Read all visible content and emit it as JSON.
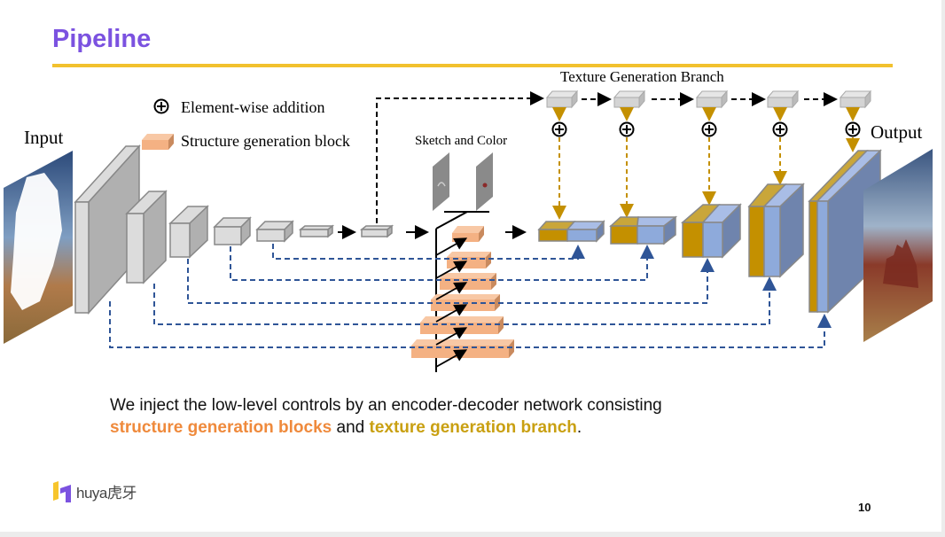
{
  "slide": {
    "title": "Pipeline",
    "page_number": "10",
    "brand": "huya虎牙"
  },
  "diagram": {
    "labels": {
      "input": "Input",
      "output": "Output",
      "texture_branch": "Texture Generation Branch",
      "sketch_color": "Sketch and Color"
    },
    "legend": [
      {
        "icon": "circled-plus-icon",
        "label": "Element-wise addition"
      },
      {
        "icon": "structure-block-icon",
        "label": "Structure generation block"
      }
    ],
    "colors": {
      "encoder_gray": "#b5b5b5",
      "structure_orange": "#f4b183",
      "texture_gold": "#c49000",
      "decoder_blue": "#8eaadb",
      "skip_blue": "#2f5597",
      "title_purple": "#7b52e0",
      "rule_yellow": "#f2c12e"
    }
  },
  "caption": {
    "line1": "We inject the low-level controls by an encoder-decoder network consisting",
    "highlight1": "structure generation blocks",
    "connector": " and ",
    "highlight2": "texture generation branch",
    "end": "."
  }
}
